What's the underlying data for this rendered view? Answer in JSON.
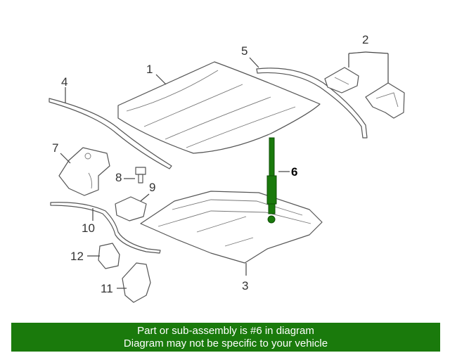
{
  "callouts": [
    {
      "id": "1",
      "label": "1"
    },
    {
      "id": "2",
      "label": "2"
    },
    {
      "id": "3",
      "label": "3"
    },
    {
      "id": "4",
      "label": "4"
    },
    {
      "id": "5",
      "label": "5"
    },
    {
      "id": "6",
      "label": "6"
    },
    {
      "id": "7",
      "label": "7"
    },
    {
      "id": "8",
      "label": "8"
    },
    {
      "id": "9",
      "label": "9"
    },
    {
      "id": "10",
      "label": "10"
    },
    {
      "id": "11",
      "label": "11"
    },
    {
      "id": "12",
      "label": "12"
    }
  ],
  "highlighted_part": "6",
  "colors": {
    "highlight": "#1a7a0c",
    "banner_bg": "#1a7a0c",
    "banner_text": "#ffffff",
    "line": "#555555"
  },
  "banner": {
    "line1": "Part or sub-assembly is #6 in diagram",
    "line2": "Diagram may not be specific to your vehicle"
  }
}
